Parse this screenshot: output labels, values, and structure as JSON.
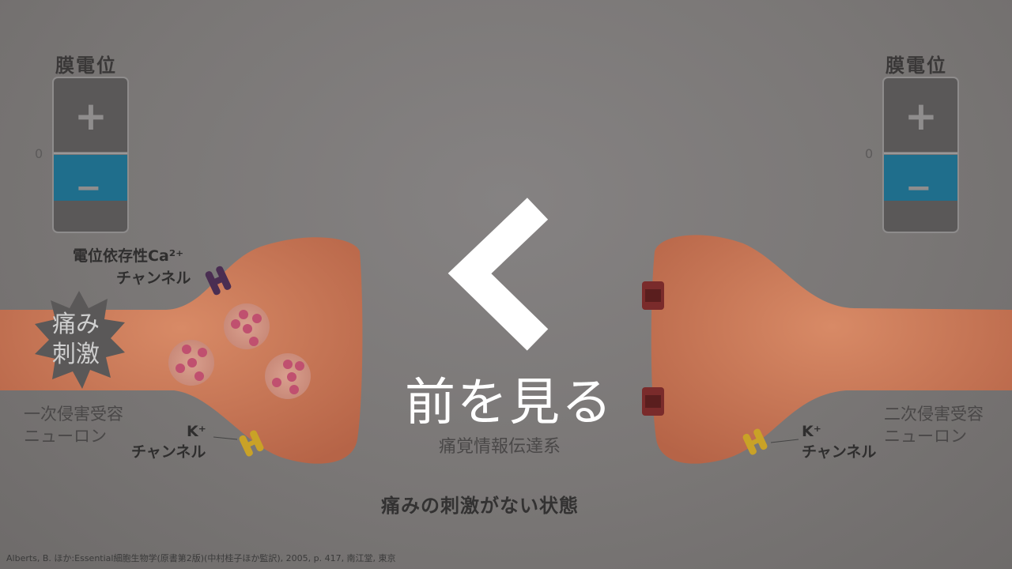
{
  "left_gauge": {
    "title": "膜電位",
    "zero": "0",
    "plus": "+",
    "minus": "−"
  },
  "right_gauge": {
    "title": "膜電位",
    "zero": "0",
    "plus": "+",
    "minus": "−"
  },
  "ca_channel_label": {
    "line1": "電位依存性Ca²⁺",
    "line2": "チャンネル"
  },
  "stimulus": {
    "line1": "痛み",
    "line2": "刺激"
  },
  "first_neuron_label": {
    "line1": "一次侵害受容",
    "line2": "ニューロン"
  },
  "second_neuron_label": {
    "line1": "二次侵害受容",
    "line2": "ニューロン"
  },
  "k_channel_left": {
    "line1": "K⁺",
    "line2": "チャンネル"
  },
  "k_channel_right": {
    "line1": "K⁺",
    "line2": "チャンネル"
  },
  "navigation": {
    "back_label": "前を見る",
    "back_icon": "chevron-left-icon"
  },
  "pathway_label": "痛覚情報伝達系",
  "status_caption": "痛みの刺激がない状態",
  "citation": "Alberts, B. ほか:Essential細胞生物学(原書第2版)(中村桂子ほか監訳), 2005, p. 417, 南江堂, 東京",
  "colors": {
    "neuron": "#c8724f",
    "gauge_blue": "#1f6e8c",
    "gauge_gray": "#5a5858",
    "ca_channel": "#4a2e52",
    "k_channel": "#c9a227",
    "receptor": "#7a2b2b",
    "vesicle_dot": "#c0506f"
  }
}
